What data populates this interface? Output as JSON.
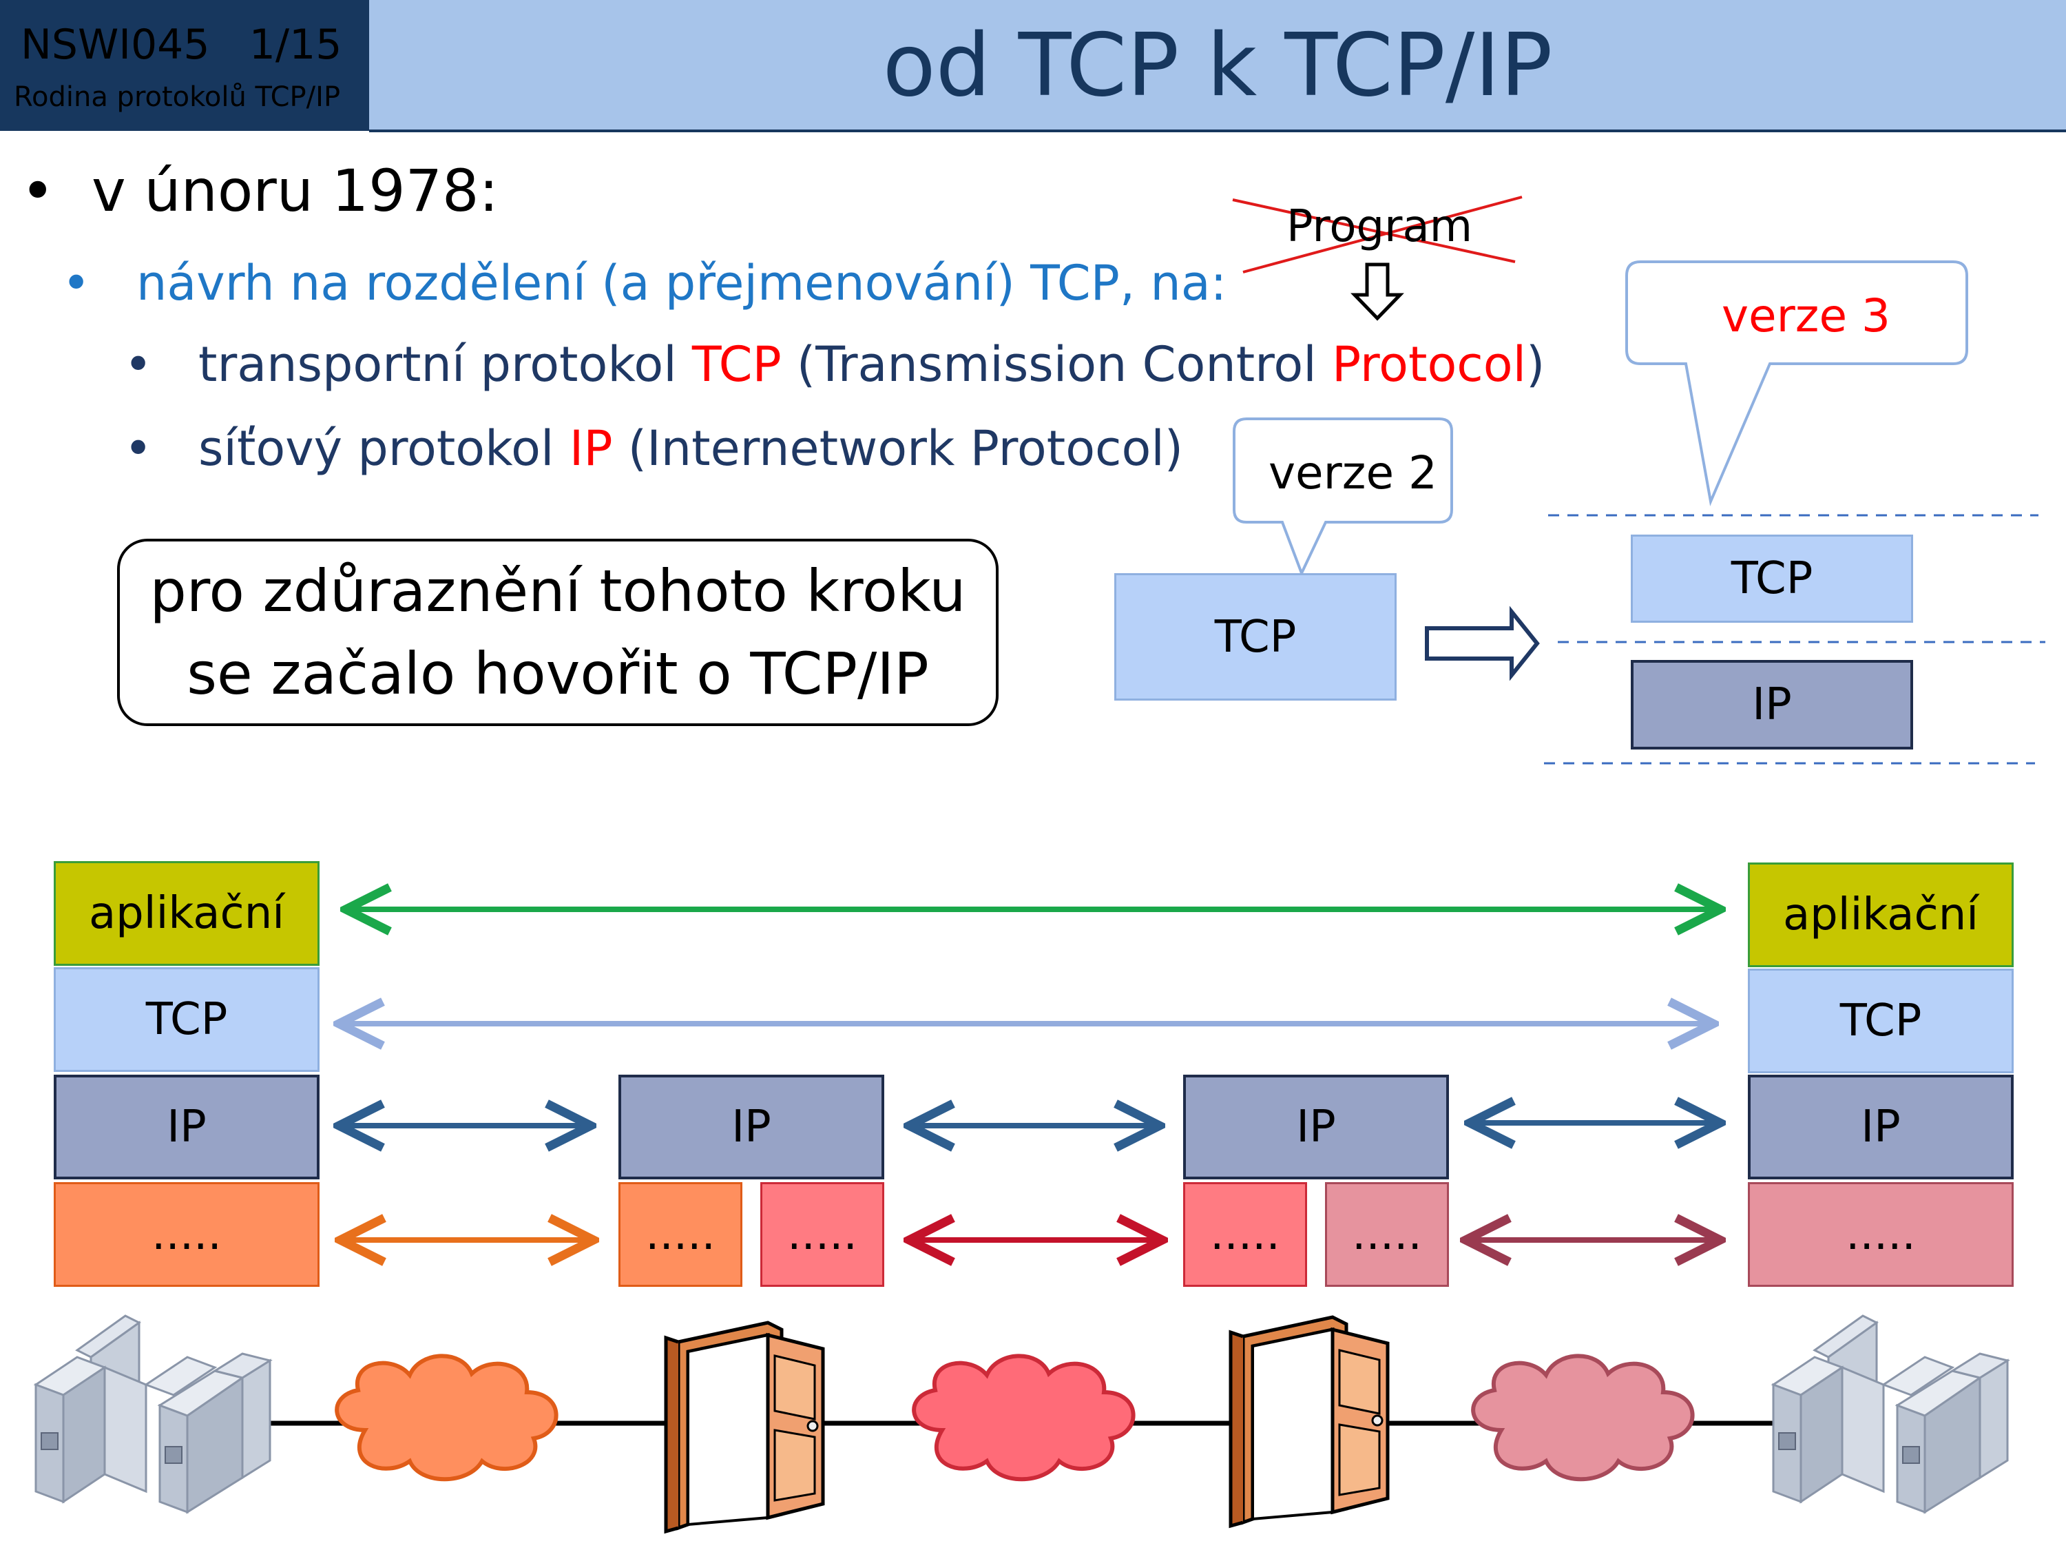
{
  "header": {
    "course_code": "NSWI045",
    "slide_number": "1/15",
    "subtitle": "Rodina protokolů TCP/IP",
    "title": "od TCP k TCP/IP"
  },
  "bullets": {
    "level1": "v únoru 1978:",
    "level2": "návrh na rozdělení (a přejmenování) TCP, na:",
    "item1": {
      "pre": "transportní protokol ",
      "hl1": "TCP",
      "mid": " (Transmission Control ",
      "hl2": "Protocol",
      "post": ")"
    },
    "item2": {
      "pre": "síťový protokol ",
      "hl1": "IP",
      "post": " (Internetwork Protocol)"
    }
  },
  "callout": {
    "line1": "pro zdůraznění tohoto kroku",
    "line2": "se začalo hovořit o TCP/IP"
  },
  "evolution": {
    "crossed_out": "Program",
    "bubble_v2": "verze 2",
    "bubble_v3": "verze 3",
    "tcp_single": "TCP",
    "tcp_layer": "TCP",
    "ip_layer": "IP"
  },
  "stack": {
    "host_left": [
      "aplikační",
      "TCP",
      "IP",
      "....."
    ],
    "router1": {
      "ip": "IP",
      "dots_left": ".....",
      "dots_right": "....."
    },
    "router2": {
      "ip": "IP",
      "dots_left": ".....",
      "dots_right": "....."
    },
    "host_right": [
      "aplikační",
      "TCP",
      "IP",
      "....."
    ]
  },
  "colors": {
    "header_dark": "#17375e",
    "header_light": "#a7c4ea",
    "highlight_red": "#ff0000",
    "arrow_green": "#1aa84a",
    "arrow_lightblue": "#93acdd",
    "arrow_blue": "#2e5e8f",
    "arrow_orange": "#e8701c",
    "arrow_red": "#c4122a",
    "arrow_maroon": "#9a3a50"
  },
  "icons": [
    "host-computer-icon",
    "network-cloud-icon",
    "router-door-icon"
  ]
}
